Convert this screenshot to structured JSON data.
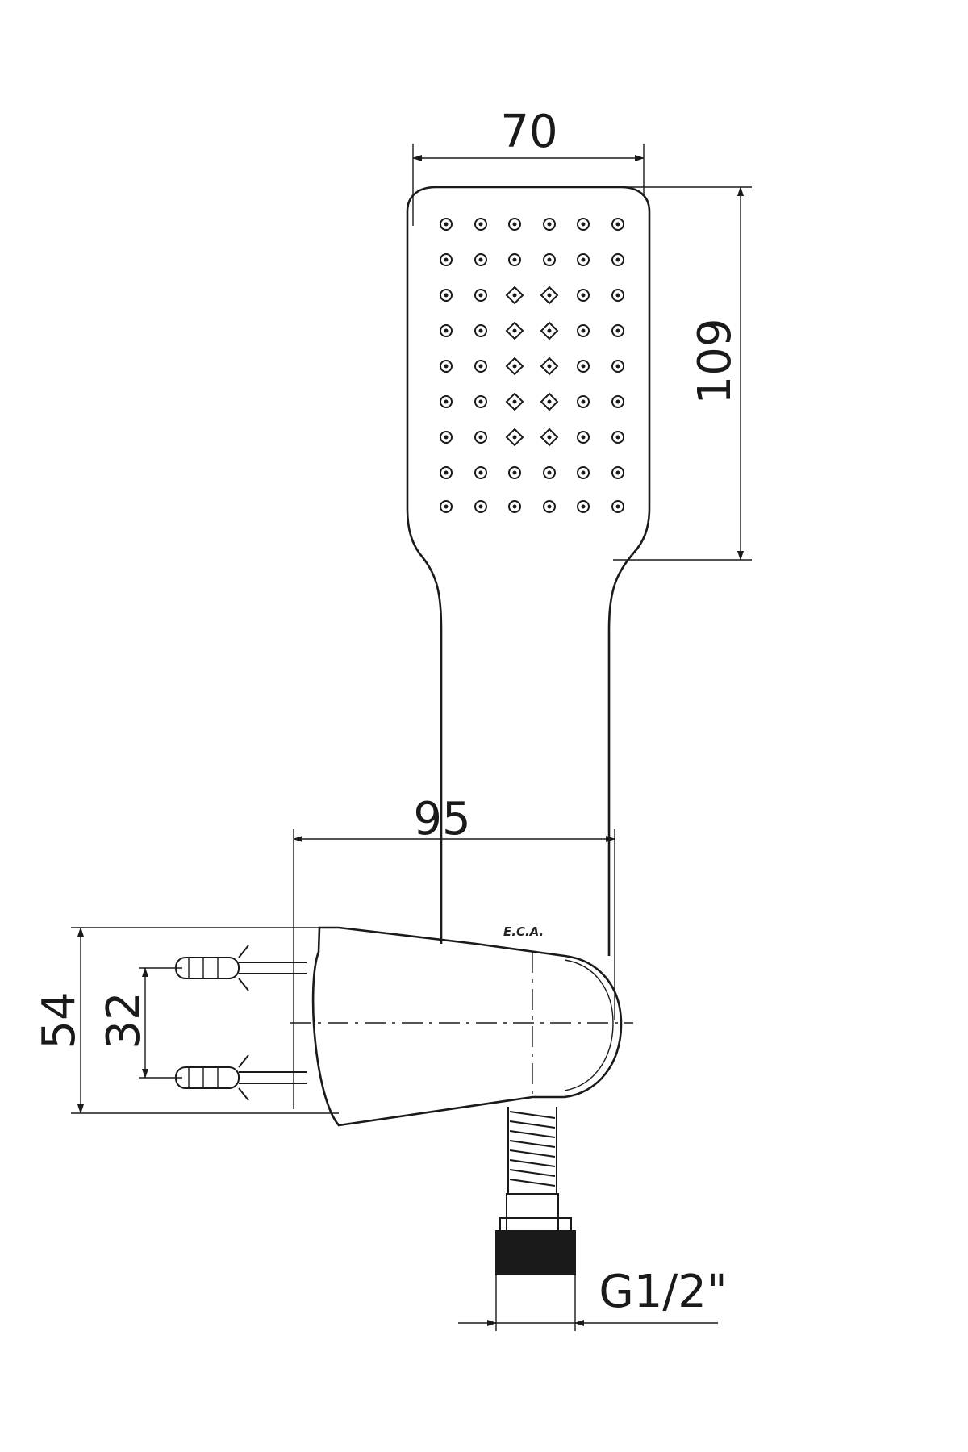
{
  "dimensions": {
    "head_width": "70",
    "head_height": "109",
    "holder_depth": "95",
    "holder_height": "54",
    "screw_spacing": "32",
    "thread_size": "G1/2\""
  },
  "logo_text": "E.C.A.",
  "colors": {
    "line": "#1a1a1a",
    "background": "#ffffff"
  }
}
